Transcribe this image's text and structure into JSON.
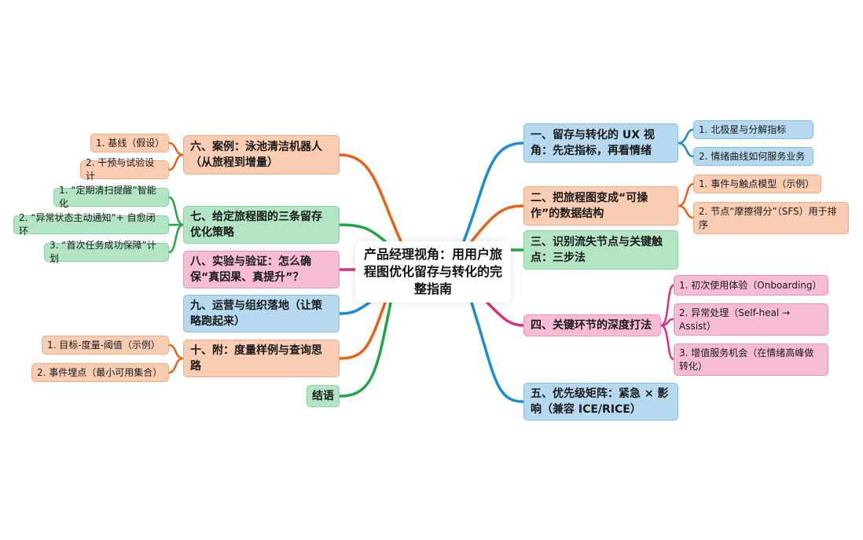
{
  "root": {
    "title": "产品经理视角：用用户旅程图优化留存与转化的完整指南"
  },
  "colors": {
    "blue": "#1a8bd4",
    "orange": "#ea6115",
    "green": "#22a547",
    "pink": "#dc2f7e"
  },
  "right": [
    {
      "label": "一、留存与转化的 UX 视角：先定指标，再看情绪",
      "color": "blue",
      "children": [
        "1. 北极星与分解指标",
        "2. 情绪曲线如何服务业务"
      ]
    },
    {
      "label": "二、把旅程图变成“可操作”的数据结构",
      "color": "orange",
      "children": [
        "1. 事件与触点模型（示例）",
        "2. 节点“摩擦得分”（SFS）用于排序"
      ]
    },
    {
      "label": "三、识别流失节点与关键触点：三步法",
      "color": "green",
      "children": []
    },
    {
      "label": "四、关键环节的深度打法",
      "color": "pink",
      "children": [
        "1. 初次使用体验（Onboarding）",
        "2. 异常处理（Self-heal → Assist）",
        "3. 增值服务机会（在情绪高峰做转化）"
      ]
    },
    {
      "label": "五、优先级矩阵：紧急 × 影响（兼容 ICE/RICE）",
      "color": "blue",
      "children": []
    }
  ],
  "left": [
    {
      "label": "六、案例：泳池清洁机器人（从旅程到增量）",
      "color": "orange",
      "children": [
        "1. 基线（假设）",
        "2. 干预与试验设计"
      ]
    },
    {
      "label": "七、给定旅程图的三条留存优化策略",
      "color": "green",
      "children": [
        "1. “定期清扫提醒”智能化",
        "2. “异常状态主动通知”+ 自愈闭环",
        "3. “首次任务成功保障”计划"
      ]
    },
    {
      "label": "八、实验与验证：怎么确保“真因果、真提升”？",
      "color": "pink",
      "children": []
    },
    {
      "label": "九、运营与组织落地（让策略跑起来）",
      "color": "blue",
      "children": []
    },
    {
      "label": "十、附：度量样例与查询思路",
      "color": "orange",
      "children": [
        "1. 目标-度量-阈值（示例）",
        "2. 事件埋点（最小可用集合）"
      ]
    },
    {
      "label": "结语",
      "color": "green",
      "children": []
    }
  ]
}
